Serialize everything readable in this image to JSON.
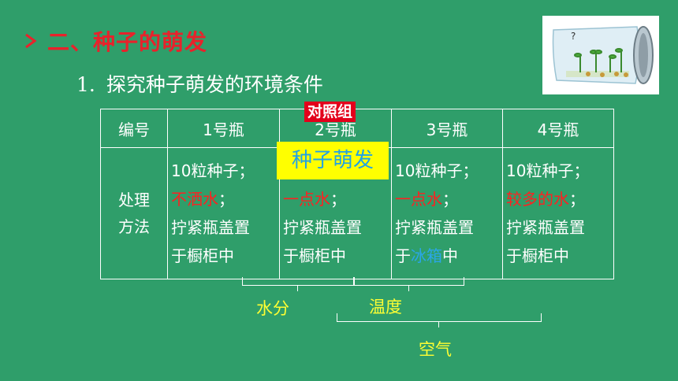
{
  "heading": {
    "text": "二、种子的萌发"
  },
  "subheading": {
    "number": "1.",
    "text": "探究种子萌发的环境条件"
  },
  "tags": {
    "control": "对照组",
    "germinate": "种子萌发"
  },
  "table": {
    "headers": [
      "编号",
      "1号瓶",
      "2号瓶",
      "3号瓶",
      "4号瓶"
    ],
    "row_label_lines": [
      "处理",
      "方法"
    ],
    "bottles": [
      {
        "line1": "10粒种子；",
        "cond": "不洒水",
        "sep": "；",
        "line3": "拧紧瓶盖置",
        "line4_a": "于橱柜中",
        "line4_hl": "",
        "line4_b": ""
      },
      {
        "line1": "",
        "cond": "一点水",
        "sep": "；",
        "line3": "拧紧瓶盖置",
        "line4_a": "于橱柜中",
        "line4_hl": "",
        "line4_b": ""
      },
      {
        "line1": "10粒种子；",
        "cond": "一点水",
        "sep": "；",
        "line3": "拧紧瓶盖置",
        "line4_a": "于",
        "line4_hl": "冰箱",
        "line4_b": "中"
      },
      {
        "line1": "10粒种子；",
        "cond": "较多的水",
        "sep": "；",
        "line3": "拧紧瓶盖置",
        "line4_a": "于橱柜中",
        "line4_hl": "",
        "line4_b": ""
      }
    ]
  },
  "variables": {
    "water": "水分",
    "temperature": "温度",
    "air": "空气"
  },
  "colors": {
    "background": "#2f9e6a",
    "heading": "#e8222b",
    "highlight_red": "#ff2020",
    "highlight_blue": "#2aa6e8",
    "label_yellow": "#ffff33"
  }
}
